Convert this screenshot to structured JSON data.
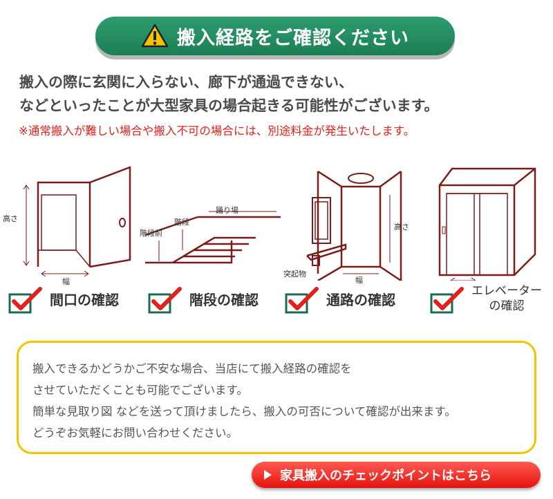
{
  "banner": {
    "title": "搬入経路をご確認ください",
    "warning_icon": "warning-triangle-icon"
  },
  "lead": {
    "line1": "搬入の際に玄関に入らない、廊下が通過できない、",
    "line2": "などといったことが大型家具の場合起きる可能性がございます。"
  },
  "note": "※通常搬入が難しい場合や搬入不可の場合には、別途料金が発生いたします。",
  "illustrations": {
    "doorway": {
      "height": "高さ",
      "width": "幅"
    },
    "stairs": {
      "landing": "踊り場",
      "step": "階段",
      "before": "階段前"
    },
    "corridor": {
      "height": "高さ",
      "width": "幅",
      "protrusion": "突起物"
    }
  },
  "checks": [
    {
      "label": "間口の確認"
    },
    {
      "label": "階段の確認"
    },
    {
      "label": "通路の確認"
    },
    {
      "line1": "エレベーター",
      "line2": "の確認"
    }
  ],
  "info": {
    "line1": "搬入できるかどうかご不安な場合、当店にて搬入経路の確認を",
    "line2": "させていただくことも可能でございます。",
    "line3": "簡単な見取り図 などを送って頂けましたら、搬入の可否について確認が出来ます。",
    "line4": "どうぞお気軽にお問い合わせください。"
  },
  "cta": {
    "label": "家具搬入のチェックポイントはこちら"
  },
  "colors": {
    "green": "#1e8a5e",
    "red": "#e0221c",
    "yellow": "#f4c300",
    "drawing": "#7a1a1a"
  }
}
